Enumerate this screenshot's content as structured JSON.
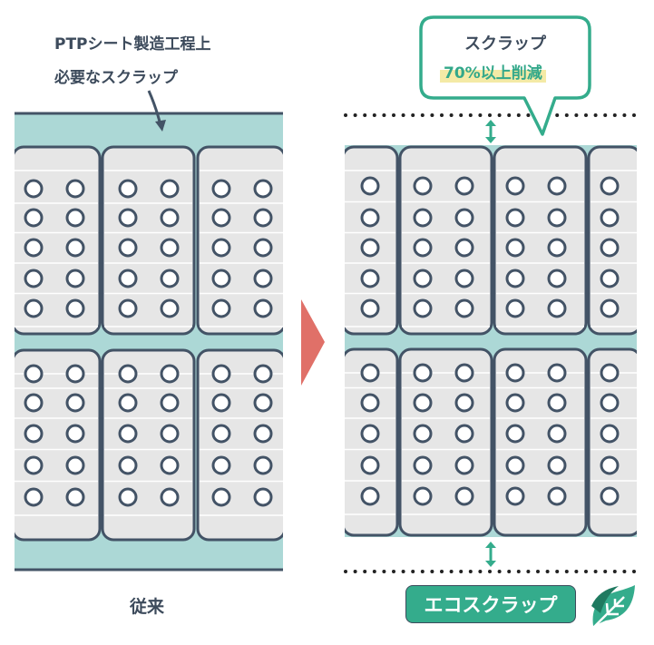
{
  "annotation": {
    "line1": "PTPシート製造工程上",
    "line2": "必要なスクラップ"
  },
  "left_caption": "従来",
  "callout": {
    "title": "スクラップ",
    "highlight": "70%以上削減"
  },
  "badge": "エコスクラップ",
  "colors": {
    "outline": "#435366",
    "scrap": "#acd8d6",
    "sheet": "#e6e6e6",
    "accent": "#34ac8c",
    "arrow": "#e07068",
    "highlight": "#f4eaa6"
  }
}
